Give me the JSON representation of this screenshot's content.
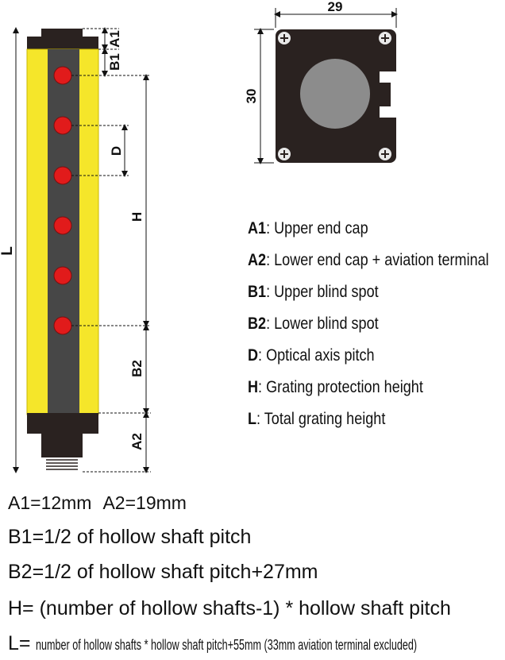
{
  "dimensions": {
    "A1": "A1",
    "B1": "B1",
    "D": "D",
    "H": "H",
    "B2": "B2",
    "A2": "A2",
    "L": "L",
    "width": "29",
    "height": "30"
  },
  "legend": [
    {
      "key": "A1",
      "text": ": Upper end cap"
    },
    {
      "key": "A2",
      "text": ": Lower end cap + aviation terminal"
    },
    {
      "key": "B1",
      "text": ": Upper blind spot"
    },
    {
      "key": "B2",
      "text": ": Lower blind spot"
    },
    {
      "key": "D",
      "text": ": Optical axis pitch"
    },
    {
      "key": "H",
      "text": ": Grating protection height"
    },
    {
      "key": "L",
      "text": ": Total grating height"
    }
  ],
  "formulas": {
    "a1": "A1=12mm",
    "a2": "A2=19mm",
    "b1": "B1=1/2 of hollow shaft pitch",
    "b2": "B2=1/2 of hollow shaft pitch+27mm",
    "h": "H= (number of hollow shafts-1) * hollow shaft pitch",
    "l_lead": "L= ",
    "l_rest": "number of hollow shafts * hollow shaft pitch+55mm (33mm aviation terminal excluded)"
  },
  "colors": {
    "housing": "#f5e62a",
    "core": "#474747",
    "cap": "#2a2220",
    "beam": "#e11b1b",
    "lens": "#8c8c8c"
  }
}
